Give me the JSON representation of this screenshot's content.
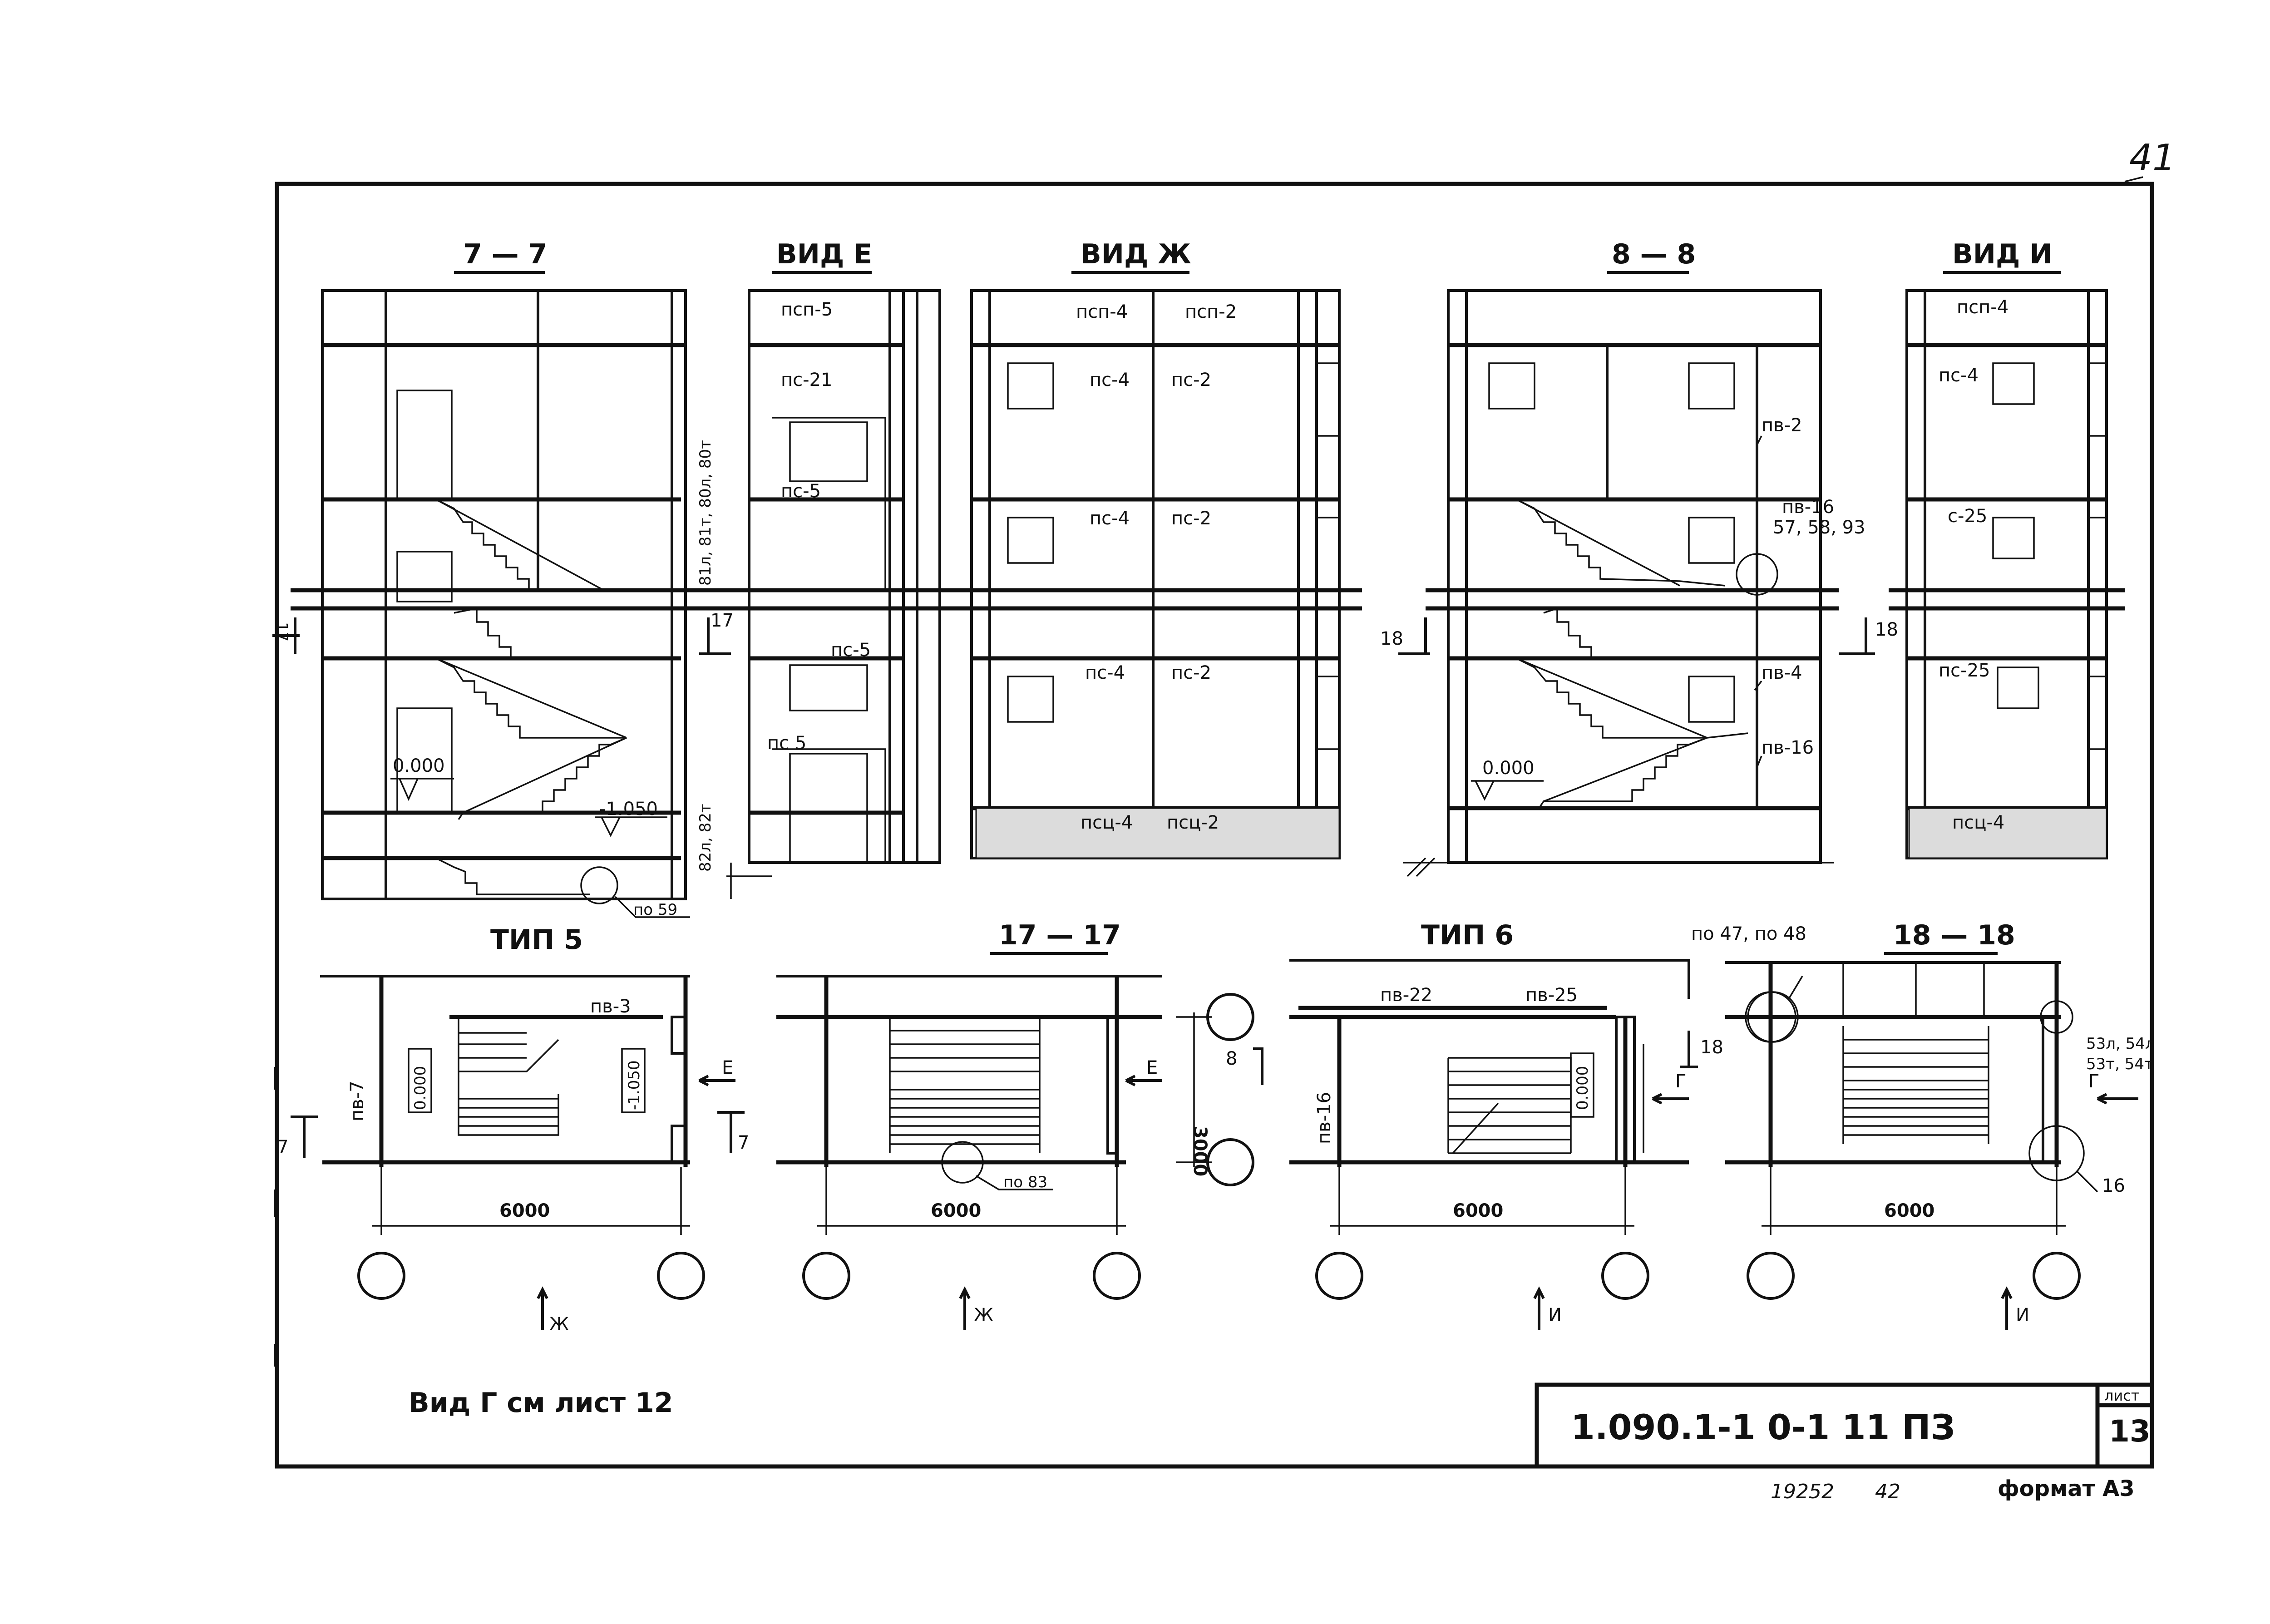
{
  "page": {
    "corner_number": "41",
    "note": "Вид Г см лист 12",
    "stamp": "19252",
    "stamp2": "42",
    "format": "формат А3"
  },
  "titleblock": {
    "code": "1.090.1-1   0-1   11 ПЗ",
    "sheet_label": "лист",
    "sheet_number": "13"
  },
  "views": {
    "s77": {
      "title": "7 — 7",
      "mark1": "0.000",
      "mark2": "-1.050",
      "node": "по 59",
      "cut": "17",
      "vertical_a": "81л, 81т, 80л, 80т",
      "vertical_b": "82л, 82т"
    },
    "vidE": {
      "title": "ВИД Е",
      "p1": "псп-5",
      "p2": "пс-21",
      "p3": "пс-5",
      "p4": "пс-5",
      "p5": "пс 5"
    },
    "vidZh": {
      "title": "ВИД Ж",
      "top1": "псп-4",
      "top2": "псп-2",
      "r1a": "пс-4",
      "r1b": "пс-2",
      "r2a": "пс-4",
      "r2b": "пс-2",
      "r3a": "пс-4",
      "r3b": "пс-2",
      "base1": "псц-4",
      "base2": "псц-2"
    },
    "s88": {
      "title": "8 — 8",
      "p1": "пв-2",
      "p2": "пв-16",
      "p3": "57, 58, 93",
      "p4": "пв-4",
      "p5": "пв-16",
      "mark": "0.000",
      "cut": "18"
    },
    "vidI": {
      "title": "ВИД И",
      "top": "псп-4",
      "p1": "пс-4",
      "p2": "с-25",
      "p3": "пс-25",
      "base": "псц-4"
    }
  },
  "plans": {
    "tip5": {
      "title": "ТИП 5",
      "wall": "пв-7",
      "beam": "пв-3",
      "mark1": "0.000",
      "mark2": "-1.050",
      "arrowE": "Е",
      "cut": "7",
      "dim": "6000",
      "view": "Ж"
    },
    "p1717": {
      "title": "17 — 17",
      "node": "по 83",
      "arrowE": "Е",
      "dim_v": "3000",
      "dim": "6000",
      "view": "Ж",
      "cut": "8"
    },
    "tip6": {
      "title": "ТИП 6",
      "b1": "пв-22",
      "b2": "пв-25",
      "wall": "пв-16",
      "mark": "0.000",
      "cut": "18",
      "arrowG": "Г",
      "dim": "6000",
      "view": "И",
      "node": "по 47, по 48"
    },
    "p1818": {
      "title": "18 — 18",
      "n1": "53л, 54л",
      "n2": "53т, 54т",
      "arrowG": "Г",
      "n3": "16",
      "dim": "6000",
      "view": "И"
    }
  }
}
